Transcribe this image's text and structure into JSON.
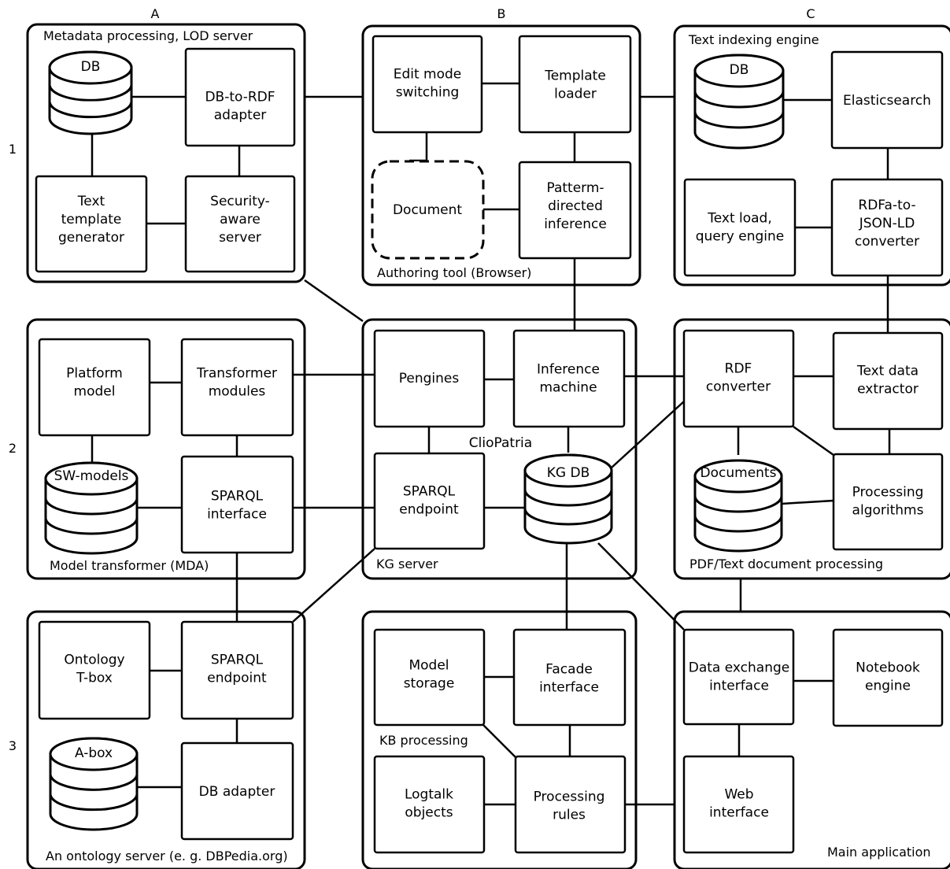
{
  "axis": {
    "columns": [
      "A",
      "B",
      "C"
    ],
    "rows": [
      "1",
      "2",
      "3"
    ]
  },
  "groups": {
    "a1": "Metadata processing, LOD server",
    "b1": "Authoring tool (Browser)",
    "c1": "Text indexing engine",
    "a2": "Model transformer (MDA)",
    "b2": "KG server",
    "c2": "PDF/Text document processing",
    "a3": "An ontology server (e. g. DBPedia.org)",
    "b3": "KB processing",
    "c3": "Main application"
  },
  "cliopatria_label": "ClioPatria",
  "nodes": {
    "a1_db": "DB",
    "a1_db_rdf": [
      "DB-to-RDF",
      "adapter"
    ],
    "a1_text_tpl": [
      "Text",
      "template",
      "generator"
    ],
    "a1_security": [
      "Security-",
      "aware",
      "server"
    ],
    "b1_edit": [
      "Edit mode",
      "switching"
    ],
    "b1_template": [
      "Template",
      "loader"
    ],
    "b1_document": "Document",
    "b1_pattern": [
      "Patterm-",
      "directed",
      "inference"
    ],
    "c1_db": "DB",
    "c1_elastic": "Elasticsearch",
    "c1_textload": [
      "Text load,",
      "query engine"
    ],
    "c1_rdfa": [
      "RDFa-to-",
      "JSON-LD",
      "converter"
    ],
    "a2_platform": [
      "Platform",
      "model"
    ],
    "a2_transformer": [
      "Transformer",
      "modules"
    ],
    "a2_swmodels": "SW-models",
    "a2_sparql": [
      "SPARQL",
      "interface"
    ],
    "b2_pengines": "Pengines",
    "b2_inference": [
      "Inference",
      "machine"
    ],
    "b2_sparql": [
      "SPARQL",
      "endpoint"
    ],
    "b2_kgdb": "KG DB",
    "c2_rdf": [
      "RDF",
      "converter"
    ],
    "c2_textdata": [
      "Text data",
      "extractor"
    ],
    "c2_documents": "Documents",
    "c2_processing": [
      "Processing",
      "algorithms"
    ],
    "a3_ontology": [
      "Ontology",
      "T-box"
    ],
    "a3_sparql": [
      "SPARQL",
      "endpoint"
    ],
    "a3_abox": "A-box",
    "a3_dbadapter": "DB adapter",
    "b3_model": [
      "Model",
      "storage"
    ],
    "b3_facade": [
      "Facade",
      "interface"
    ],
    "b3_logtalk": [
      "Logtalk",
      "objects"
    ],
    "b3_rules": [
      "Processing",
      "rules"
    ],
    "c3_dataex": [
      "Data exchange",
      "interface"
    ],
    "c3_notebook": [
      "Notebook",
      "engine"
    ],
    "c3_web": [
      "Web",
      "interface"
    ]
  }
}
